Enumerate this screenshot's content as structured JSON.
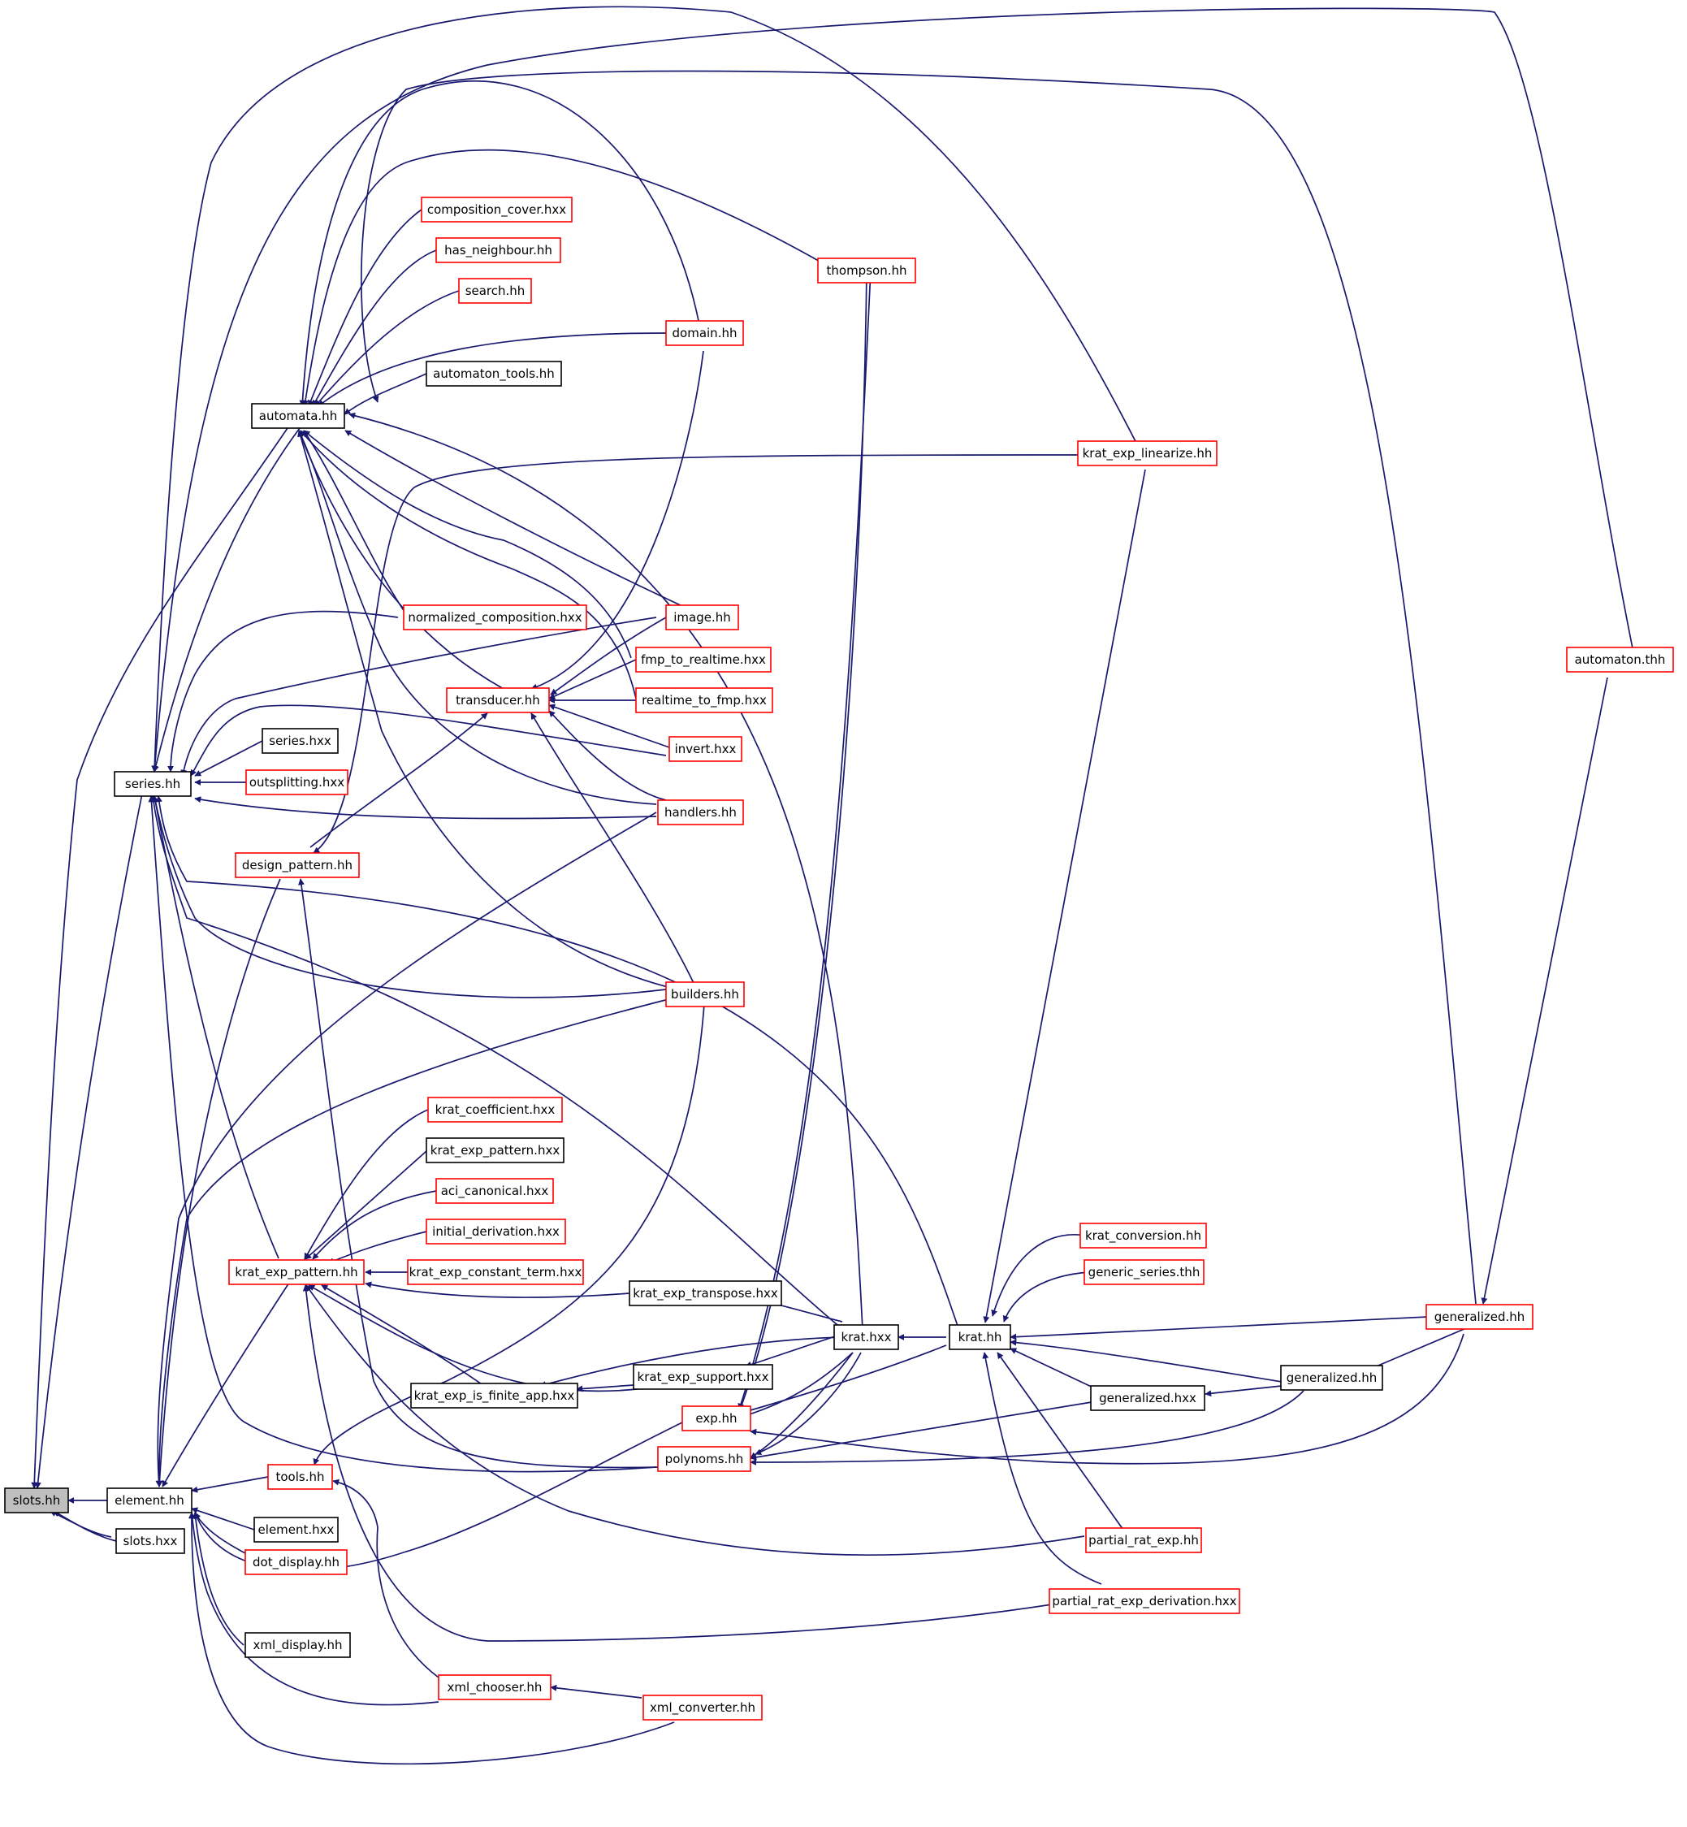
{
  "diagram": {
    "type": "include-dependency-graph",
    "colors": {
      "edge": "#191970",
      "focus_fill": "#bfbfbf",
      "focus_border": "#000000",
      "linked_border": "#ff0000",
      "plain_border": "#000000",
      "node_fill": "#ffffff"
    },
    "nodes": [
      {
        "id": "slots_hh",
        "label": "slots.hh",
        "style": "focus"
      },
      {
        "id": "element_hh",
        "label": "element.hh",
        "style": "plain"
      },
      {
        "id": "slots_hxx",
        "label": "slots.hxx",
        "style": "plain"
      },
      {
        "id": "series_hh",
        "label": "series.hh",
        "style": "plain"
      },
      {
        "id": "automata_hh",
        "label": "automata.hh",
        "style": "plain"
      },
      {
        "id": "composition_cover",
        "label": "composition_cover.hxx",
        "style": "linked"
      },
      {
        "id": "has_neighbour",
        "label": "has_neighbour.hh",
        "style": "linked"
      },
      {
        "id": "search_hh",
        "label": "search.hh",
        "style": "linked"
      },
      {
        "id": "domain_hh",
        "label": "domain.hh",
        "style": "linked"
      },
      {
        "id": "automaton_tools",
        "label": "automaton_tools.hh",
        "style": "plain"
      },
      {
        "id": "thompson_hh",
        "label": "thompson.hh",
        "style": "linked"
      },
      {
        "id": "krat_exp_linearize",
        "label": "krat_exp_linearize.hh",
        "style": "linked"
      },
      {
        "id": "normalized_composition",
        "label": "normalized_composition.hxx",
        "style": "linked"
      },
      {
        "id": "image_hh",
        "label": "image.hh",
        "style": "linked"
      },
      {
        "id": "fmp_to_realtime",
        "label": "fmp_to_realtime.hxx",
        "style": "linked"
      },
      {
        "id": "transducer_hh",
        "label": "transducer.hh",
        "style": "linked"
      },
      {
        "id": "realtime_to_fmp",
        "label": "realtime_to_fmp.hxx",
        "style": "linked"
      },
      {
        "id": "series_hxx",
        "label": "series.hxx",
        "style": "plain"
      },
      {
        "id": "invert_hxx",
        "label": "invert.hxx",
        "style": "linked"
      },
      {
        "id": "outsplitting",
        "label": "outsplitting.hxx",
        "style": "linked"
      },
      {
        "id": "handlers_hh",
        "label": "handlers.hh",
        "style": "linked"
      },
      {
        "id": "design_pattern",
        "label": "design_pattern.hh",
        "style": "linked"
      },
      {
        "id": "automaton_thh",
        "label": "automaton.thh",
        "style": "linked"
      },
      {
        "id": "builders_hh",
        "label": "builders.hh",
        "style": "linked"
      },
      {
        "id": "krat_coefficient",
        "label": "krat_coefficient.hxx",
        "style": "linked"
      },
      {
        "id": "krat_exp_pattern_hxx",
        "label": "krat_exp_pattern.hxx",
        "style": "plain"
      },
      {
        "id": "aci_canonical",
        "label": "aci_canonical.hxx",
        "style": "linked"
      },
      {
        "id": "initial_derivation",
        "label": "initial_derivation.hxx",
        "style": "linked"
      },
      {
        "id": "krat_exp_pattern_hh",
        "label": "krat_exp_pattern.hh",
        "style": "linked"
      },
      {
        "id": "krat_exp_constant_term",
        "label": "krat_exp_constant_term.hxx",
        "style": "linked"
      },
      {
        "id": "krat_exp_transpose",
        "label": "krat_exp_transpose.hxx",
        "style": "plain"
      },
      {
        "id": "krat_conversion",
        "label": "krat_conversion.hh",
        "style": "linked"
      },
      {
        "id": "generic_series",
        "label": "generic_series.thh",
        "style": "linked"
      },
      {
        "id": "generalized_hh_red",
        "label": "generalized.hh",
        "style": "linked"
      },
      {
        "id": "krat_hxx",
        "label": "krat.hxx",
        "style": "plain"
      },
      {
        "id": "krat_hh",
        "label": "krat.hh",
        "style": "plain"
      },
      {
        "id": "krat_exp_support",
        "label": "krat_exp_support.hxx",
        "style": "plain"
      },
      {
        "id": "generalized_hh",
        "label": "generalized.hh",
        "style": "plain"
      },
      {
        "id": "krat_exp_is_finite_app",
        "label": "krat_exp_is_finite_app.hxx",
        "style": "plain"
      },
      {
        "id": "generalized_hxx",
        "label": "generalized.hxx",
        "style": "plain"
      },
      {
        "id": "exp_hh",
        "label": "exp.hh",
        "style": "linked"
      },
      {
        "id": "polynoms_hh",
        "label": "polynoms.hh",
        "style": "linked"
      },
      {
        "id": "tools_hh",
        "label": "tools.hh",
        "style": "linked"
      },
      {
        "id": "element_hxx",
        "label": "element.hxx",
        "style": "plain"
      },
      {
        "id": "dot_display",
        "label": "dot_display.hh",
        "style": "linked"
      },
      {
        "id": "partial_rat_exp",
        "label": "partial_rat_exp.hh",
        "style": "linked"
      },
      {
        "id": "partial_rat_exp_derivation",
        "label": "partial_rat_exp_derivation.hxx",
        "style": "linked"
      },
      {
        "id": "xml_display",
        "label": "xml_display.hh",
        "style": "plain"
      },
      {
        "id": "xml_chooser",
        "label": "xml_chooser.hh",
        "style": "linked"
      },
      {
        "id": "xml_converter",
        "label": "xml_converter.hh",
        "style": "linked"
      }
    ]
  }
}
